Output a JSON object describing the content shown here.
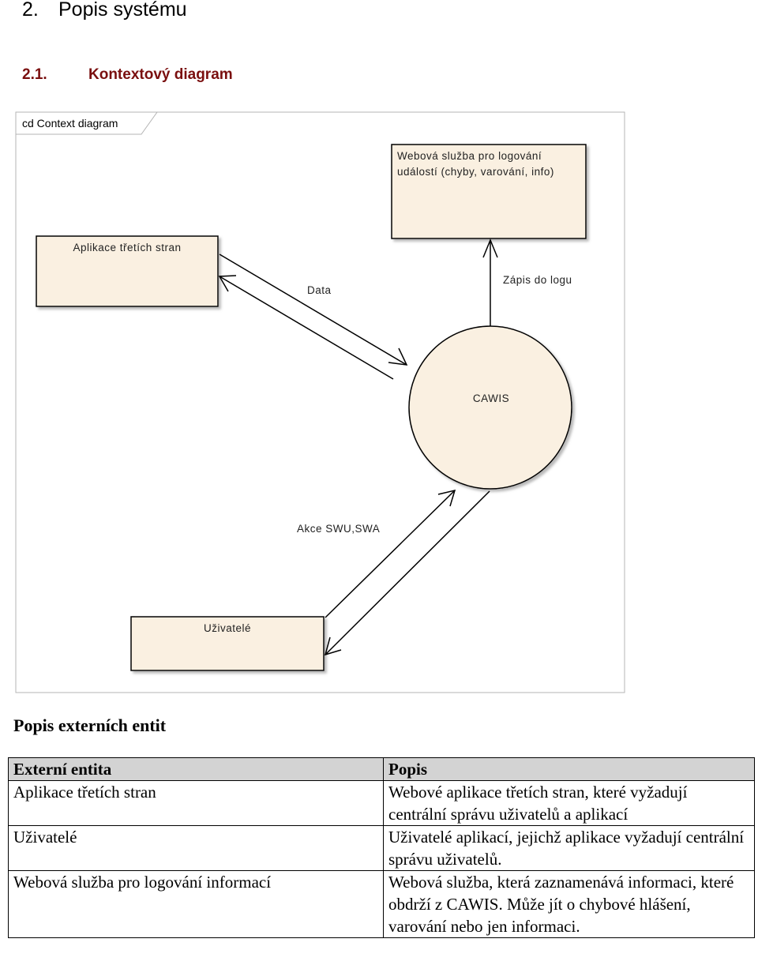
{
  "heading1": {
    "number": "2.",
    "text": "Popis systému"
  },
  "heading2": {
    "number": "2.1.",
    "text": "Kontextový diagram"
  },
  "diagram": {
    "frame_label": "cd Context diagram",
    "entities": {
      "logging_service": [
        "Webová služba pro logování",
        "událostí (chyby, varování, info)"
      ],
      "third_party_apps": "Aplikace třetích stran",
      "users": "Uživatelé",
      "system": "CAWIS"
    },
    "flows": {
      "data": "Data",
      "log_write": "Zápis do logu",
      "actions": "Akce SWU,SWA"
    },
    "colors": {
      "entity_fill": "#faf0e1",
      "frame_border": "#b4b4b4",
      "stroke": "#000000"
    }
  },
  "heading3": "Popis externích entit",
  "table": {
    "headers": [
      "Externí entita",
      "Popis"
    ],
    "rows": [
      {
        "entity": "Aplikace třetích stran",
        "description": "Webové aplikace třetích stran, které vyžadují centrální správu uživatelů a aplikací"
      },
      {
        "entity": "Uživatelé",
        "description": "Uživatelé aplikací, jejichž aplikace vyžadují centrální správu uživatelů."
      },
      {
        "entity": "Webová služba pro logování informací",
        "description": "Webová služba, která zaznamenává informaci, které obdrží z CAWIS. Může jít o chybové hlášení, varování nebo jen informaci."
      }
    ],
    "header_bg": "#d3d3d3"
  }
}
